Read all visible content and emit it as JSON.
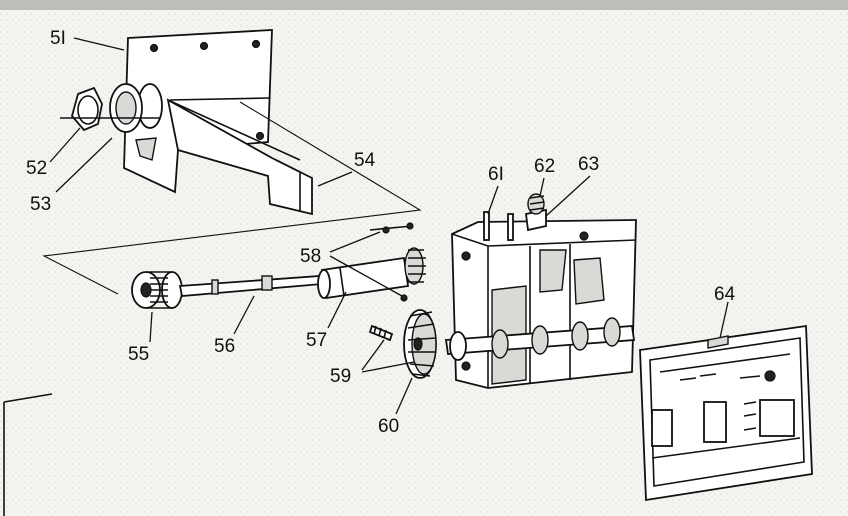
{
  "labels": {
    "p51": "5I",
    "p52": "52",
    "p53": "53",
    "p54": "54",
    "p55": "55",
    "p56": "56",
    "p57": "57",
    "p58": "58",
    "p59": "59",
    "p60": "60",
    "p61": "6I",
    "p62": "62",
    "p63": "63",
    "p64": "64"
  }
}
